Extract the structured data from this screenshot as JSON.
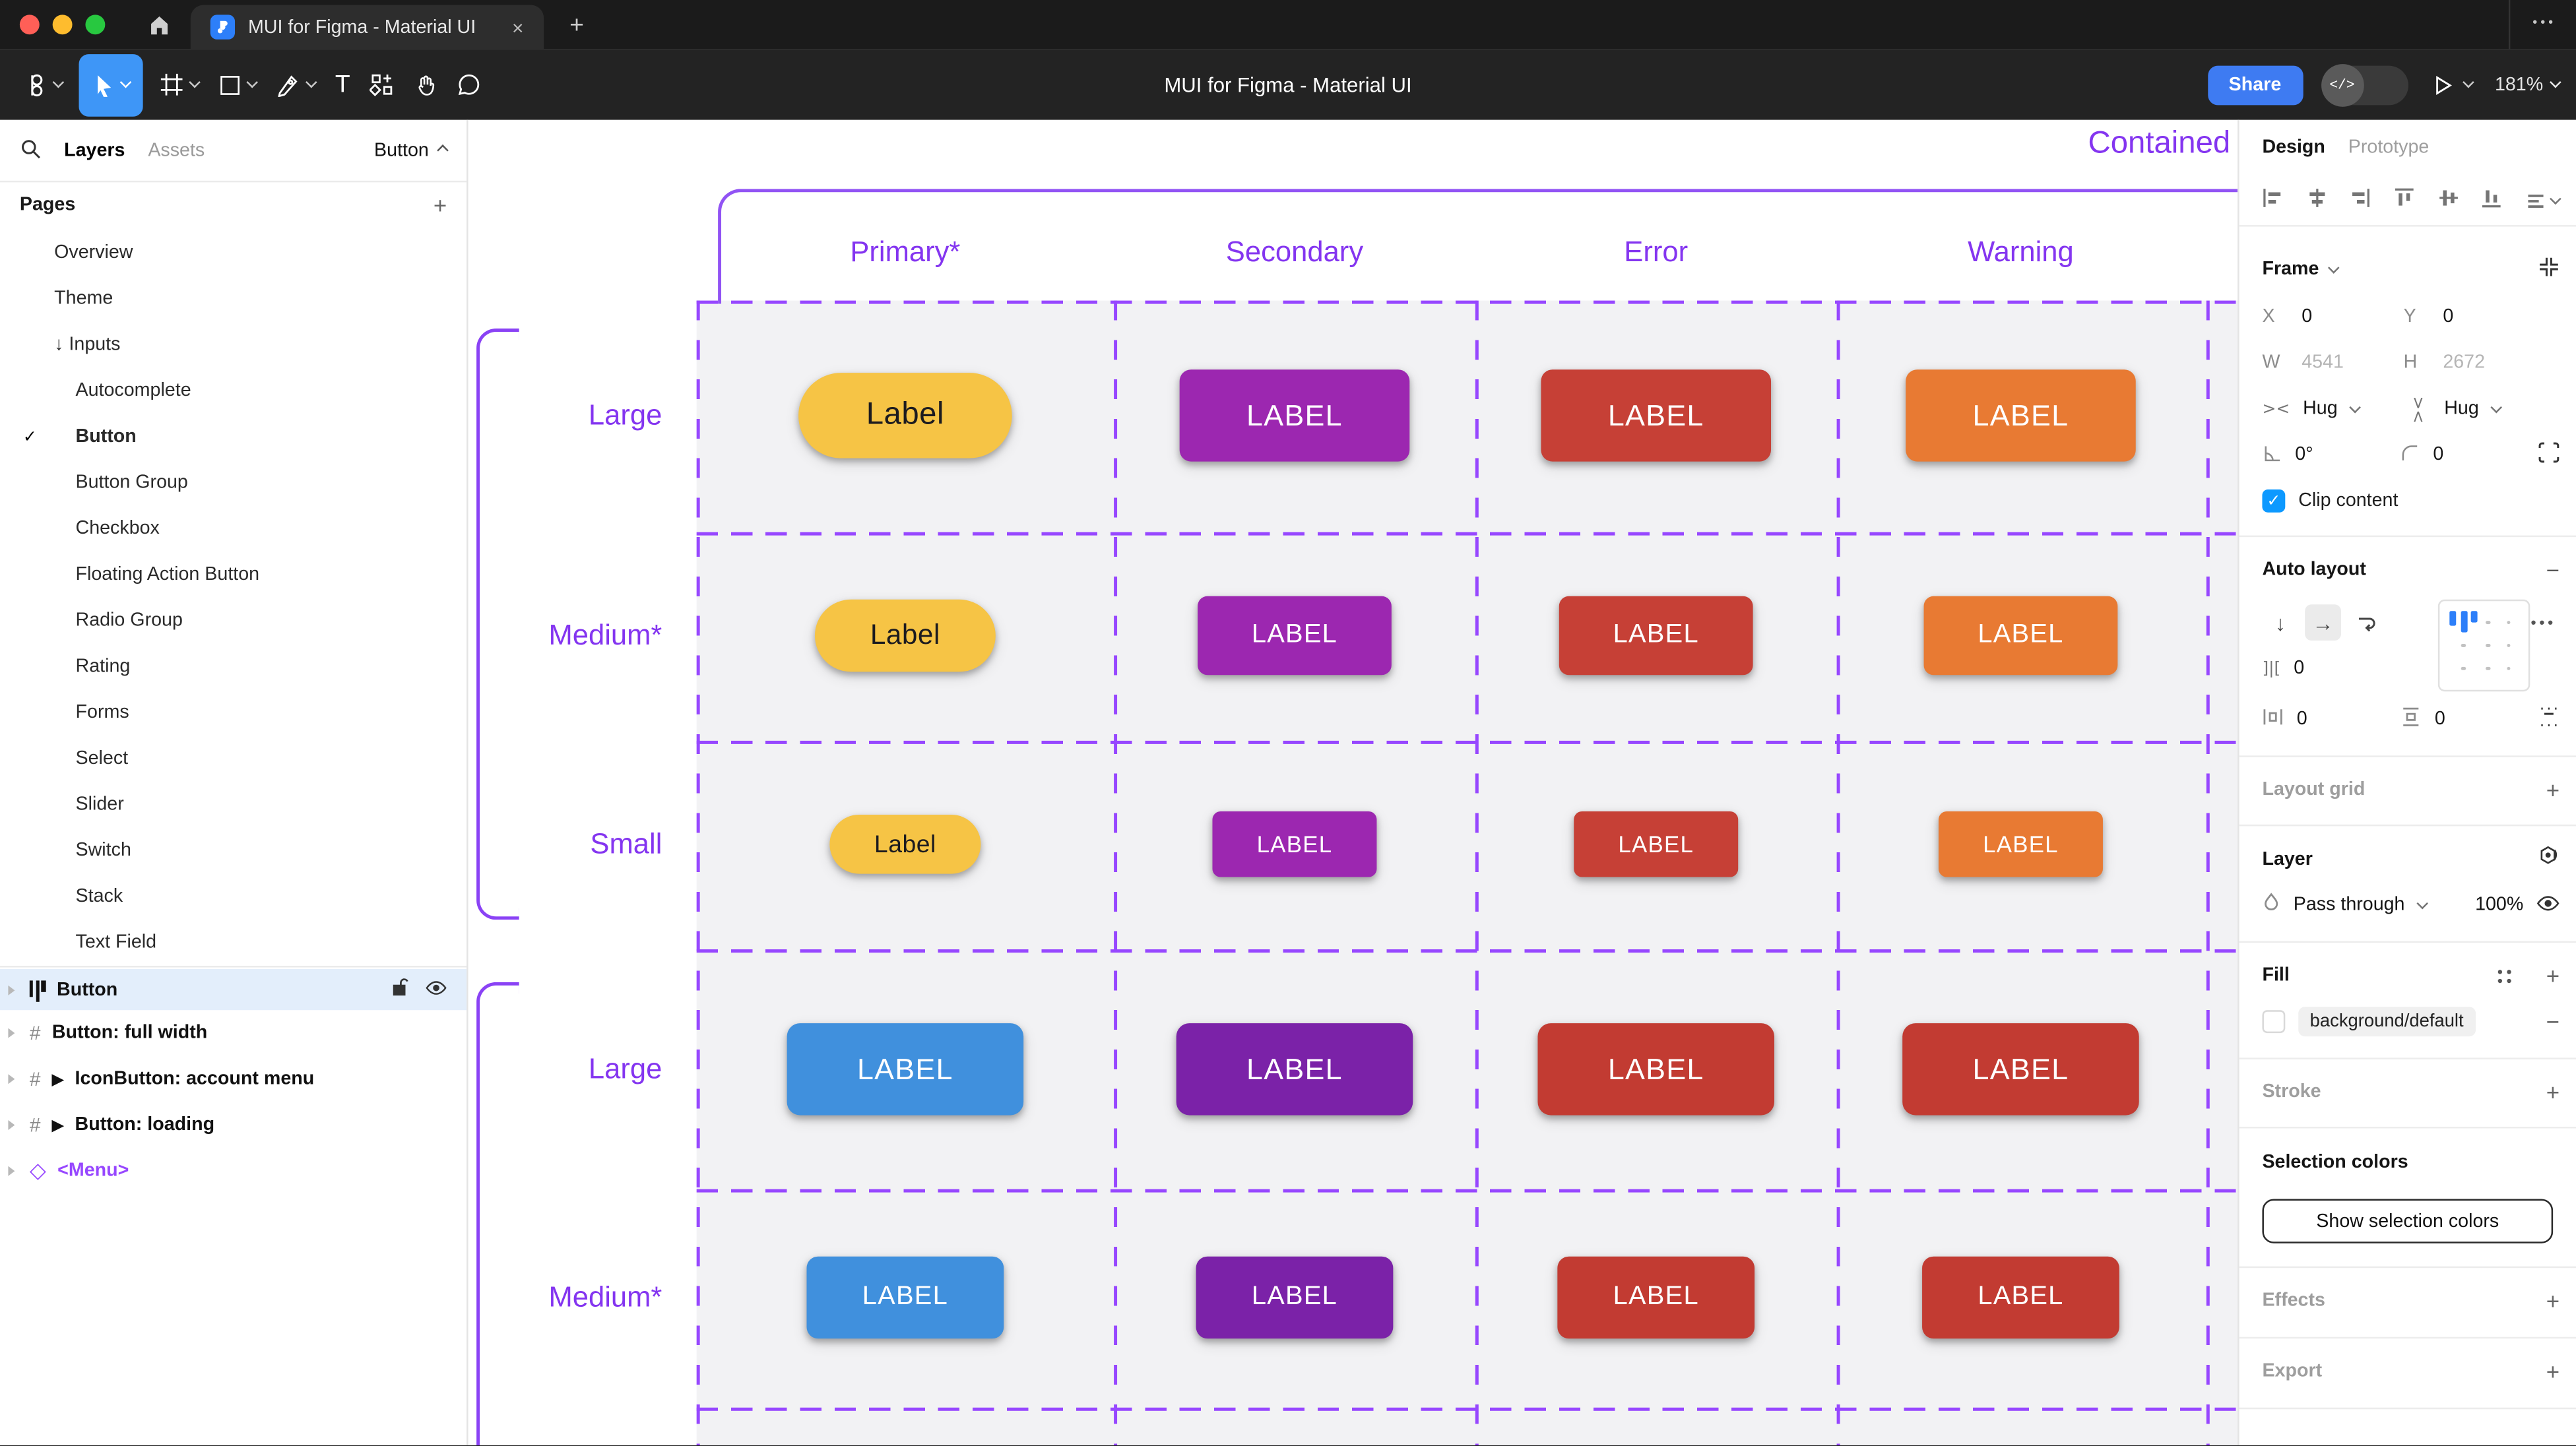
{
  "colors": {
    "figma_purple": "#9747FF",
    "canvas_text_purple": "#8435F0",
    "tool_blue": "#3E96F7",
    "share_blue": "#3E7BF2",
    "yellow": "#F6C445",
    "secondary_purple": "#9C27B0",
    "error_red": "#C64036",
    "warning_orange": "#E87A33",
    "primary_blue": "#4090DD",
    "deep_purple": "#7B22A8",
    "deep_red": "#C23B32",
    "selected_row_bg": "#E3EEFB",
    "canvas_gray": "#F2F2F4",
    "checkbox_blue": "#0D99FF"
  },
  "window": {
    "tab_title": "MUI for Figma - Material UI",
    "tab_close": "×",
    "new_tab": "+",
    "more": "•••"
  },
  "toolbar": {
    "doc_title": "MUI for Figma - Material UI",
    "share_label": "Share",
    "dev_toggle": "</>",
    "zoom_value": "181%"
  },
  "sidebar": {
    "tab_layers": "Layers",
    "tab_assets": "Assets",
    "page_selector": "Button",
    "pages_header": "Pages",
    "pages": [
      {
        "label": "Overview",
        "level": 1
      },
      {
        "label": "Theme",
        "level": 1
      },
      {
        "label": "Inputs",
        "level": 1,
        "arrow": "↓"
      },
      {
        "label": "Autocomplete",
        "level": 2
      },
      {
        "label": "Button",
        "level": 2,
        "checked": true,
        "bold": true
      },
      {
        "label": "Button Group",
        "level": 2
      },
      {
        "label": "Checkbox",
        "level": 2
      },
      {
        "label": "Floating Action Button",
        "level": 2
      },
      {
        "label": "Radio Group",
        "level": 2
      },
      {
        "label": "Rating",
        "level": 2
      },
      {
        "label": "Forms",
        "level": 2
      },
      {
        "label": "Select",
        "level": 2
      },
      {
        "label": "Slider",
        "level": 2
      },
      {
        "label": "Switch",
        "level": 2
      },
      {
        "label": "Stack",
        "level": 2
      },
      {
        "label": "Text Field",
        "level": 2
      }
    ],
    "layers": [
      {
        "label": "Button",
        "icon": "autolayout",
        "selected": true
      },
      {
        "label": "Button: full width",
        "icon": "frame"
      },
      {
        "label": "IconButton: account menu",
        "icon": "frame",
        "play": true
      },
      {
        "label": "Button: loading",
        "icon": "frame",
        "play": true
      },
      {
        "label": "<Menu>",
        "icon": "diamond",
        "purple": true
      }
    ]
  },
  "canvas": {
    "frame_title": "Contained",
    "columns": [
      "Primary*",
      "Secondary",
      "Error",
      "Warning"
    ],
    "rows": [
      {
        "label": "Large",
        "size": "lg",
        "buttons": [
          {
            "text": "Label",
            "color": "yellow",
            "dark_text": true,
            "pill": true
          },
          {
            "text": "LABEL",
            "color": "secondary_purple"
          },
          {
            "text": "LABEL",
            "color": "error_red"
          },
          {
            "text": "LABEL",
            "color": "warning_orange"
          }
        ]
      },
      {
        "label": "Medium*",
        "size": "md",
        "buttons": [
          {
            "text": "Label",
            "color": "yellow",
            "dark_text": true,
            "pill": true
          },
          {
            "text": "LABEL",
            "color": "secondary_purple"
          },
          {
            "text": "LABEL",
            "color": "error_red"
          },
          {
            "text": "LABEL",
            "color": "warning_orange"
          }
        ]
      },
      {
        "label": "Small",
        "size": "sm",
        "buttons": [
          {
            "text": "Label",
            "color": "yellow",
            "dark_text": true,
            "pill": true
          },
          {
            "text": "LABEL",
            "color": "secondary_purple"
          },
          {
            "text": "LABEL",
            "color": "error_red"
          },
          {
            "text": "LABEL",
            "color": "warning_orange"
          }
        ]
      },
      {
        "label": "Large",
        "size": "lg2",
        "buttons": [
          {
            "text": "LABEL",
            "color": "primary_blue"
          },
          {
            "text": "LABEL",
            "color": "deep_purple"
          },
          {
            "text": "LABEL",
            "color": "deep_red"
          },
          {
            "text": "LABEL",
            "color": "deep_red"
          }
        ]
      },
      {
        "label": "Medium*",
        "size": "md2",
        "buttons": [
          {
            "text": "LABEL",
            "color": "primary_blue"
          },
          {
            "text": "LABEL",
            "color": "deep_purple"
          },
          {
            "text": "LABEL",
            "color": "deep_red"
          },
          {
            "text": "LABEL",
            "color": "deep_red"
          }
        ]
      }
    ]
  },
  "inspector": {
    "tab_design": "Design",
    "tab_prototype": "Prototype",
    "frame_label": "Frame",
    "x_label": "X",
    "x_value": "0",
    "y_label": "Y",
    "y_value": "0",
    "w_label": "W",
    "w_value": "4541",
    "h_label": "H",
    "h_value": "2672",
    "hug_h": "Hug",
    "hug_v": "Hug",
    "rotation": "0°",
    "radius": "0",
    "clip_label": "Clip content",
    "auto_layout_label": "Auto layout",
    "dir_down": "↓",
    "dir_right": "→",
    "gap_icon": "]|[",
    "gap_value": "0",
    "pad_h_value": "0",
    "pad_v_value": "0",
    "layout_grid_label": "Layout grid",
    "layer_label": "Layer",
    "blend_mode": "Pass through",
    "opacity": "100%",
    "fill_label": "Fill",
    "fill_token": "background/default",
    "stroke_label": "Stroke",
    "selection_colors_label": "Selection colors",
    "show_selection_colors_label": "Show selection colors",
    "effects_label": "Effects",
    "export_label": "Export"
  }
}
